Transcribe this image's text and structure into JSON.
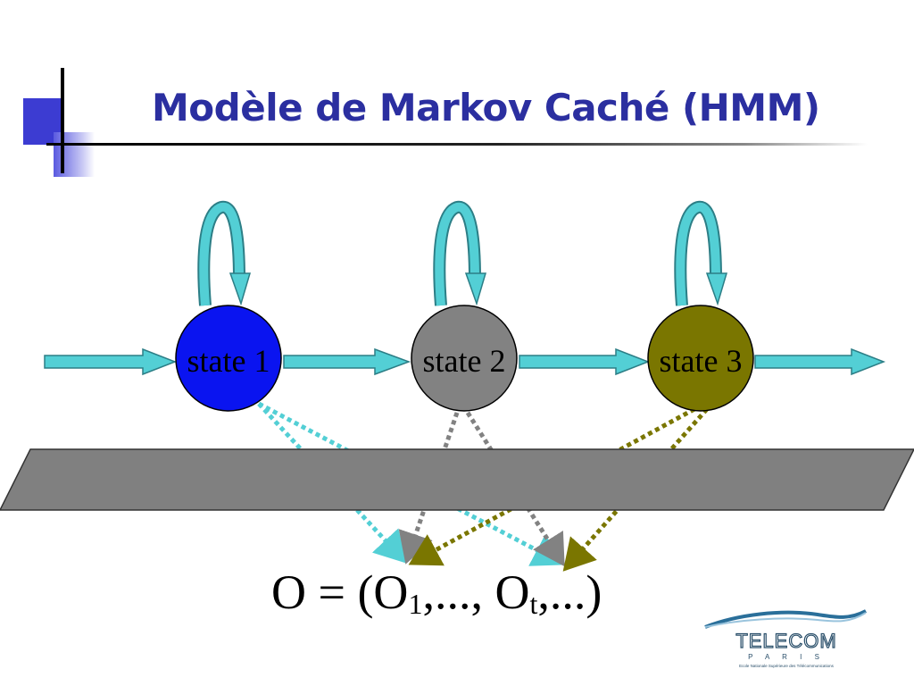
{
  "title": "Modèle de Markov Caché (HMM)",
  "diagram": {
    "states": [
      {
        "label": "state 1",
        "color": "#0a14f0"
      },
      {
        "label": "state 2",
        "color": "#828282"
      },
      {
        "label": "state 3",
        "color": "#7a7600"
      }
    ],
    "arrow_color": "#53cfd5",
    "observation": {
      "prefix": "O = (O",
      "sub1": "1",
      "mid": ",..., O",
      "sub2": "t",
      "suffix": ",...)"
    }
  },
  "logo": {
    "name": "TELECOM",
    "city": "P A R I S",
    "tagline": "Ecole Nationale Supérieure des Télécommunications"
  }
}
